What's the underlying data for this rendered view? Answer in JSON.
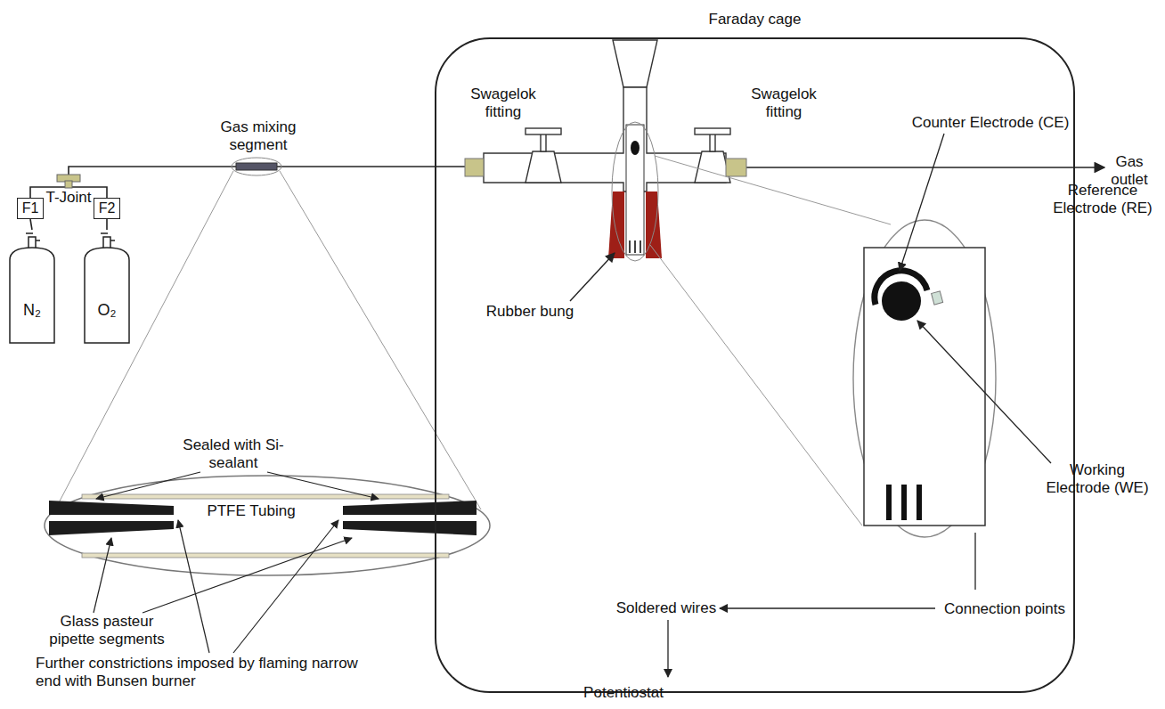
{
  "diagram": {
    "nodes": [
      {
        "text": [
          "Faraday cage"
        ]
      },
      {
        "text": [
          "N₂"
        ]
      },
      {
        "text": [
          "O₂"
        ]
      },
      {
        "text": [
          "F1"
        ]
      },
      {
        "text": [
          "F2"
        ]
      }
    ],
    "edges": [
      {
        "from": 1,
        "to": 3,
        "arrow": "none"
      },
      {
        "from": 2,
        "to": 4,
        "arrow": "none"
      }
    ],
    "labels": [
      "Gas mixing segment",
      "T-Joint",
      "Swagelok fitting",
      "Swagelok fitting",
      "Gas outlet",
      "Rubber bung",
      "Counter Electrode (CE)",
      "Reference Electrode (RE)",
      "Working Electrode (WE)",
      "Connection points",
      "Soldered wires",
      "Potentiostat",
      "Sealed with Si-sealant",
      "PTFE Tubing",
      "Glass pasteur pipette segments",
      "Further constrictions imposed by flaming narrow end with Bunsen burner"
    ]
  }
}
